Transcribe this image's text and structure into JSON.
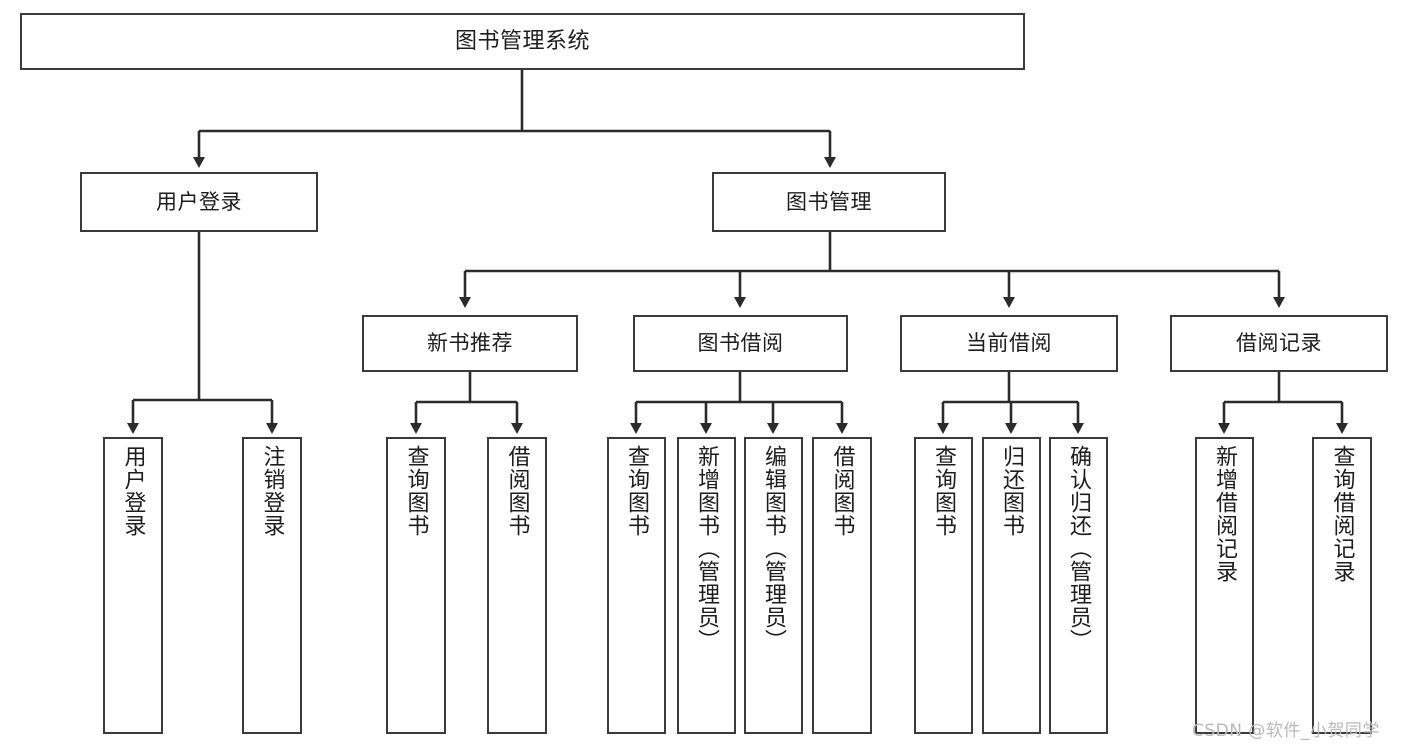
{
  "diagram": {
    "type": "tree-hierarchy-chart",
    "title": "图书管理系统",
    "orientation": "top-down",
    "colors": {
      "box_border": "#3a3a3a",
      "box_fill": "#ffffff",
      "edge": "#2b2b2b",
      "text": "#1d1d1d",
      "watermark": "#b9b9b9",
      "background": "#ffffff"
    }
  },
  "nodes": {
    "root": {
      "label": "图书管理系统",
      "level": 1
    },
    "level2": [
      {
        "id": "user-login",
        "label": "用户登录"
      },
      {
        "id": "book-management",
        "label": "图书管理"
      }
    ],
    "level3": [
      {
        "id": "new-book-recommend",
        "label": "新书推荐"
      },
      {
        "id": "book-borrow",
        "label": "图书借阅"
      },
      {
        "id": "current-borrow",
        "label": "当前借阅"
      },
      {
        "id": "borrow-record",
        "label": "借阅记录"
      }
    ],
    "leaves": {
      "user_login": [
        {
          "id": "leaf-user-login",
          "label": "用户登录"
        },
        {
          "id": "leaf-logout-login",
          "label": "注销登录"
        }
      ],
      "new_book_recommend": [
        {
          "id": "leaf-query-book-1",
          "label": "查询图书"
        },
        {
          "id": "leaf-borrow-book-1",
          "label": "借阅图书"
        }
      ],
      "book_borrow": [
        {
          "id": "leaf-query-book-2",
          "label": "查询图书"
        },
        {
          "id": "leaf-add-book",
          "label": "新增图书（管理员）"
        },
        {
          "id": "leaf-edit-book",
          "label": "编辑图书（管理员）"
        },
        {
          "id": "leaf-borrow-book-2",
          "label": "借阅图书"
        }
      ],
      "current_borrow": [
        {
          "id": "leaf-query-book-3",
          "label": "查询图书"
        },
        {
          "id": "leaf-return-book",
          "label": "归还图书"
        },
        {
          "id": "leaf-confirm-return",
          "label": "确认归还（管理员）"
        }
      ],
      "borrow_record": [
        {
          "id": "leaf-add-record",
          "label": "新增借阅记录"
        },
        {
          "id": "leaf-query-record",
          "label": "查询借阅记录"
        }
      ]
    }
  },
  "watermark": {
    "text": "CSDN @软件_小贺同学"
  }
}
